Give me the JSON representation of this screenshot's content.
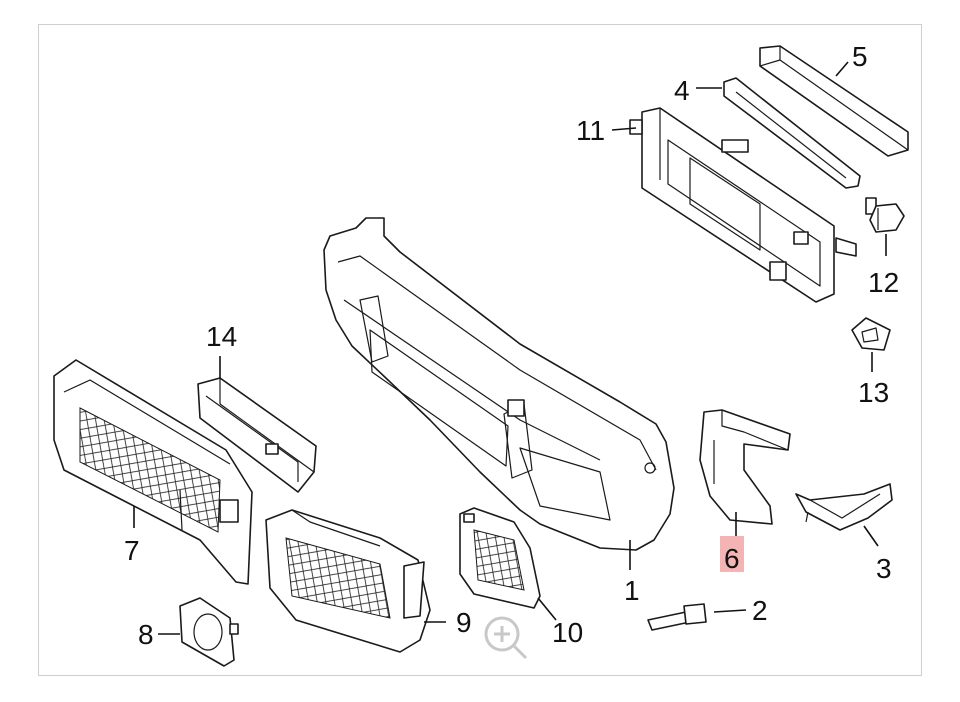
{
  "callouts": [
    {
      "id": "1",
      "label": "1"
    },
    {
      "id": "2",
      "label": "2"
    },
    {
      "id": "3",
      "label": "3"
    },
    {
      "id": "4",
      "label": "4"
    },
    {
      "id": "5",
      "label": "5"
    },
    {
      "id": "6",
      "label": "6",
      "highlighted": true
    },
    {
      "id": "7",
      "label": "7"
    },
    {
      "id": "8",
      "label": "8"
    },
    {
      "id": "9",
      "label": "9"
    },
    {
      "id": "10",
      "label": "10"
    },
    {
      "id": "11",
      "label": "11"
    },
    {
      "id": "12",
      "label": "12"
    },
    {
      "id": "13",
      "label": "13"
    },
    {
      "id": "14",
      "label": "14"
    }
  ],
  "colors": {
    "highlight": "#f4b4b4",
    "line": "#1a1a1a",
    "frame": "#cfcfcf",
    "zoom_icon": "#c8c8c8"
  },
  "icons": {
    "zoom": "zoom-in-icon"
  }
}
